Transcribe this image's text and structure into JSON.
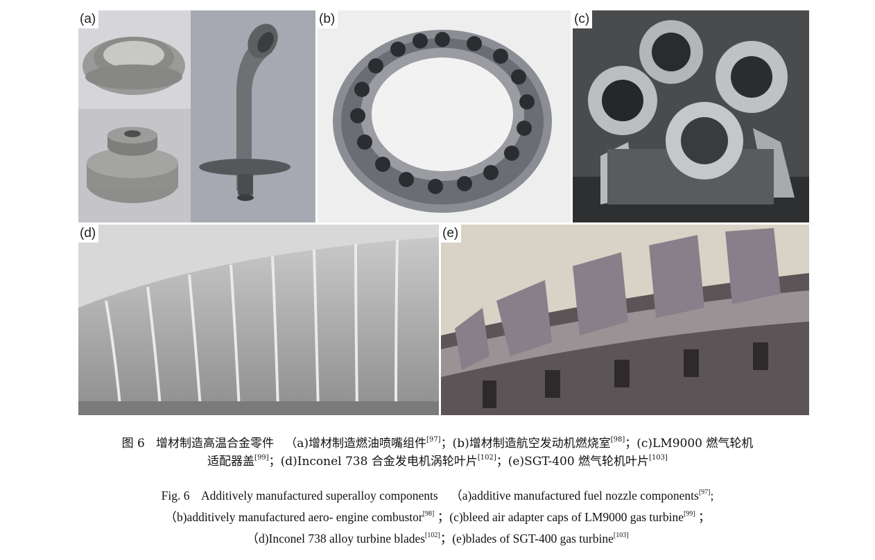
{
  "figure": {
    "panels": [
      {
        "id": "a",
        "label": "(a)",
        "subject": "fuel nozzle components (two nozzle rings and an elbow nozzle with flange)"
      },
      {
        "id": "b",
        "label": "(b)",
        "subject": "annular aero-engine combustor with ring of holes"
      },
      {
        "id": "c",
        "label": "(c)",
        "subject": "four bleed air adapter caps on build plate"
      },
      {
        "id": "d",
        "label": "(d)",
        "subject": "Inconel 738 turbine blade row close-up"
      },
      {
        "id": "e",
        "label": "(e)",
        "subject": "SGT-400 turbine blades on disk"
      }
    ]
  },
  "caption_cn": {
    "line1": {
      "fig": "图 6",
      "title": "增材制造高温合金零件",
      "a": "（a)增材制造燃油喷嘴组件",
      "a_ref": "[97]",
      "b": "；(b)增材制造航空发动机燃烧室",
      "b_ref": "[98]",
      "c": "；(c)LM9000 燃气轮机"
    },
    "line2": {
      "c_cont": "适配器盖",
      "c_ref": "[99]",
      "d": "；(d)Inconel 738 合金发电机涡轮叶片",
      "d_ref": "[102]",
      "e": "；(e)SGT-400 燃气轮机叶片",
      "e_ref": "[103]"
    }
  },
  "caption_en": {
    "line1": {
      "fig": "Fig. 6",
      "title": "Additively manufactured superalloy components",
      "a": "（a)additive manufactured fuel nozzle components",
      "a_ref": "[97]",
      "a_end": ";"
    },
    "line2": {
      "b": "（b)additively manufactured aero- engine combustor",
      "b_ref": "[98]",
      "c": "；(c)bleed air adapter caps of LM9000 gas turbine",
      "c_ref": "[99]",
      "c_end": "；"
    },
    "line3": {
      "d": "（d)Inconel 738 alloy turbine blades",
      "d_ref": "[102]",
      "e": "；(e)blades of SGT-400 gas turbine",
      "e_ref": "[103]"
    }
  }
}
